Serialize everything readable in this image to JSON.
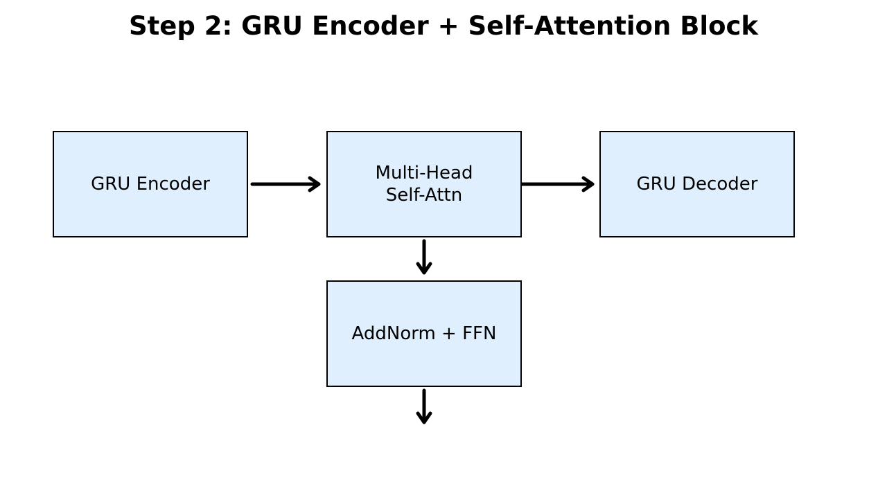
{
  "title": "Step 2: GRU Encoder + Self-Attention Block",
  "colors": {
    "node_fill": "#dfeffd",
    "node_border": "#000000",
    "arrow": "#000000",
    "background": "#ffffff"
  },
  "nodes": [
    {
      "id": "n1",
      "label": "GRU Encoder"
    },
    {
      "id": "n2",
      "label": "Multi-Head\nSelf-Attn"
    },
    {
      "id": "n3",
      "label": "GRU Decoder"
    },
    {
      "id": "n4",
      "label": "AddNorm + FFN"
    }
  ],
  "edges": [
    {
      "from": "n1",
      "to": "n2"
    },
    {
      "from": "n2",
      "to": "n3"
    },
    {
      "from": "n2",
      "to": "n4"
    },
    {
      "from": "n4",
      "to": ""
    }
  ]
}
